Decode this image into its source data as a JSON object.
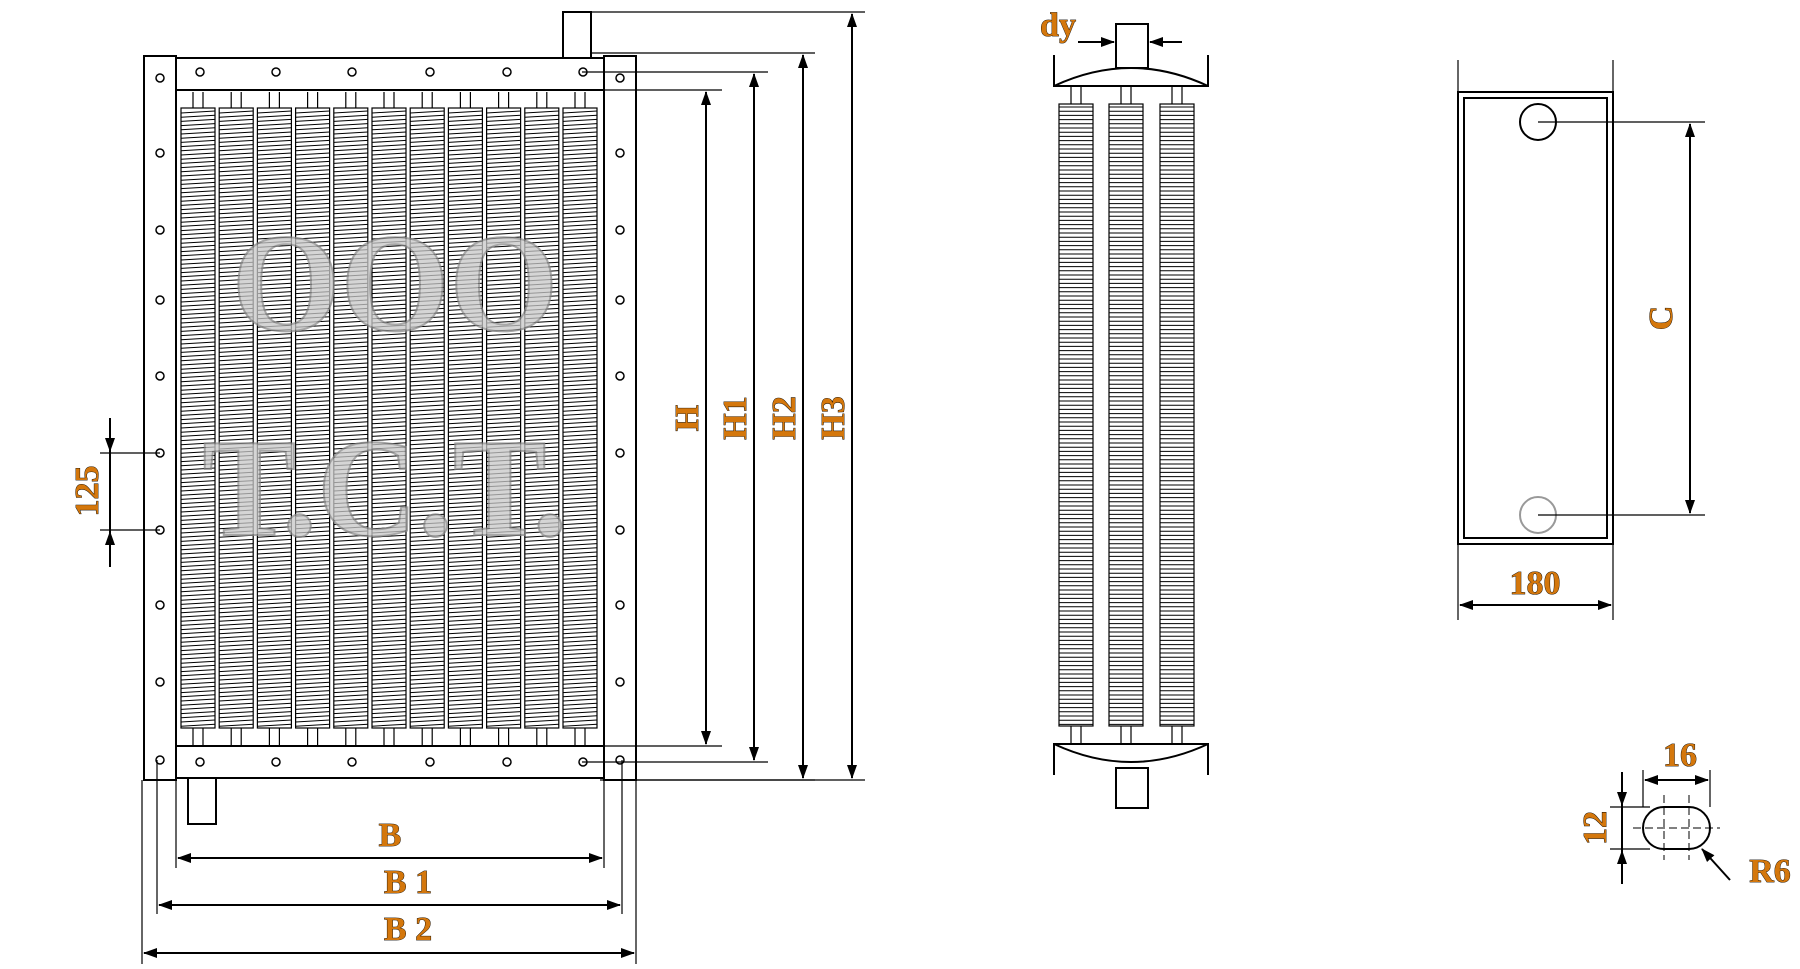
{
  "watermark": {
    "line1": "ООО",
    "line2": "Т.С.Т."
  },
  "front_view": {
    "labels": {
      "h": "H",
      "h1": "H1",
      "h2": "H2",
      "h3": "H3",
      "b": "B",
      "b1": "B 1",
      "b2": "B 2",
      "pitch": "125"
    }
  },
  "side_view": {
    "labels": {
      "dy": "dy"
    }
  },
  "flange_view": {
    "labels": {
      "c": "C",
      "width": "180"
    }
  },
  "slot_detail": {
    "labels": {
      "length": "16",
      "height": "12",
      "radius": "R6"
    }
  },
  "colors": {
    "label": "#d4770c",
    "line": "#000000",
    "watermark": "#c8c8c8"
  }
}
